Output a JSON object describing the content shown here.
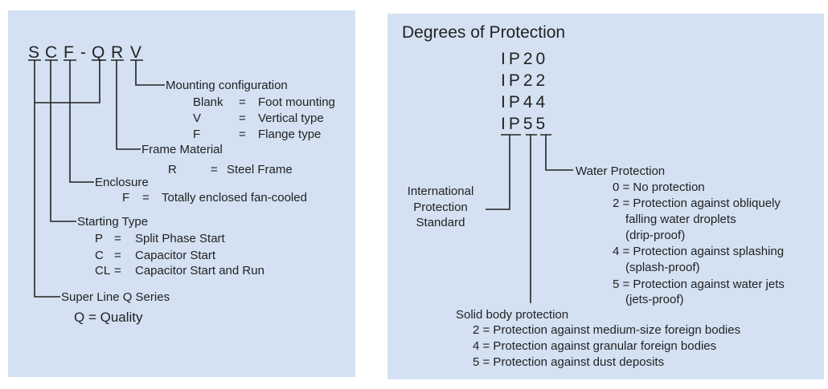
{
  "left": {
    "code_letters": [
      "S",
      "C",
      "F",
      "-",
      "Q",
      "R",
      "V"
    ],
    "mounting": {
      "title": "Mounting configuration",
      "rows": [
        [
          "Blank",
          "=",
          "Foot mounting"
        ],
        [
          "V",
          "=",
          "Vertical type"
        ],
        [
          "F",
          "=",
          "Flange type"
        ]
      ]
    },
    "frame": {
      "title": "Frame Material",
      "rows": [
        [
          "R",
          "=",
          "Steel Frame"
        ]
      ]
    },
    "enclosure": {
      "title": "Enclosure",
      "rows": [
        [
          "F",
          "=",
          "Totally enclosed fan-cooled"
        ]
      ]
    },
    "starting": {
      "title": "Starting Type",
      "rows": [
        [
          "P",
          "=",
          "Split Phase Start"
        ],
        [
          "C",
          "=",
          "Capacitor Start"
        ],
        [
          "CL",
          "=",
          "Capacitor Start and Run"
        ]
      ]
    },
    "series": {
      "title": "Super Line Q Series",
      "note": "Q = Quality"
    }
  },
  "right": {
    "title": "Degrees of Protection",
    "codes": [
      "IP20",
      "IP22",
      "IP44",
      "IP55"
    ],
    "standard": [
      "International",
      "Protection",
      "Standard"
    ],
    "water": {
      "title": "Water Protection",
      "lines": [
        "0 = No protection",
        "2 = Protection against obliquely",
        "falling water droplets",
        "(drip-proof)",
        "4 = Protection against splashing",
        "(splash-proof)",
        "5 = Protection against water jets",
        "(jets-proof)"
      ]
    },
    "solid": {
      "title": "Solid body protection",
      "lines": [
        "2 = Protection against medium-size foreign bodies",
        "4 = Protection against granular foreign bodies",
        "5 = Protection against dust deposits"
      ]
    }
  }
}
